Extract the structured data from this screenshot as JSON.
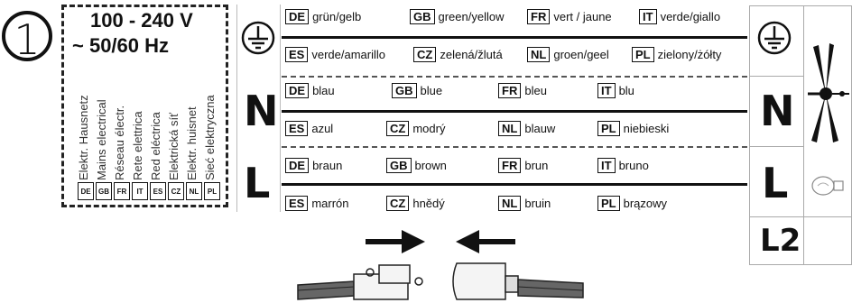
{
  "step_number": "1",
  "mains": {
    "voltage": "100 - 240 V",
    "frequency": "~ 50/60 Hz",
    "labels": [
      "Elektr. Hausnetz",
      "Mains electrical",
      "Réseau électr.",
      "Rete elettrica",
      "Red eléctrica",
      "Elektrická síť",
      "Elektr. huisnet",
      "Sieć elektryczna"
    ],
    "codes": [
      "DE",
      "GB",
      "FR",
      "IT",
      "ES",
      "CZ",
      "NL",
      "PL"
    ]
  },
  "wires": {
    "earth": {
      "row1": [
        {
          "code": "DE",
          "text": "grün/gelb"
        },
        {
          "code": "GB",
          "text": "green/yellow"
        },
        {
          "code": "FR",
          "text": "vert / jaune"
        },
        {
          "code": "IT",
          "text": "verde/giallo"
        }
      ],
      "row2": [
        {
          "code": "ES",
          "text": "verde/amarillo"
        },
        {
          "code": "CZ",
          "text": "zelená/žlutá"
        },
        {
          "code": "NL",
          "text": "groen/geel"
        },
        {
          "code": "PL",
          "text": "zielony/żółty"
        }
      ]
    },
    "neutral": {
      "symbol": "N",
      "row1": [
        {
          "code": "DE",
          "text": "blau"
        },
        {
          "code": "GB",
          "text": "blue"
        },
        {
          "code": "FR",
          "text": "bleu"
        },
        {
          "code": "IT",
          "text": "blu"
        }
      ],
      "row2": [
        {
          "code": "ES",
          "text": "azul"
        },
        {
          "code": "CZ",
          "text": "modrý"
        },
        {
          "code": "NL",
          "text": "blauw"
        },
        {
          "code": "PL",
          "text": "niebieski"
        }
      ]
    },
    "live": {
      "symbol": "L",
      "row1": [
        {
          "code": "DE",
          "text": "braun"
        },
        {
          "code": "GB",
          "text": "brown"
        },
        {
          "code": "FR",
          "text": "brun"
        },
        {
          "code": "IT",
          "text": "bruno"
        }
      ],
      "row2": [
        {
          "code": "ES",
          "text": "marrón"
        },
        {
          "code": "CZ",
          "text": "hnědý"
        },
        {
          "code": "NL",
          "text": "bruin"
        },
        {
          "code": "PL",
          "text": "brązowy"
        }
      ]
    }
  },
  "fan_side": {
    "n": "N",
    "l": "L",
    "l2": "L2"
  },
  "icons": [
    "earth-icon",
    "fan-icon",
    "bulb-icon",
    "arrow-right-icon",
    "arrow-left-icon",
    "connector-icon"
  ]
}
